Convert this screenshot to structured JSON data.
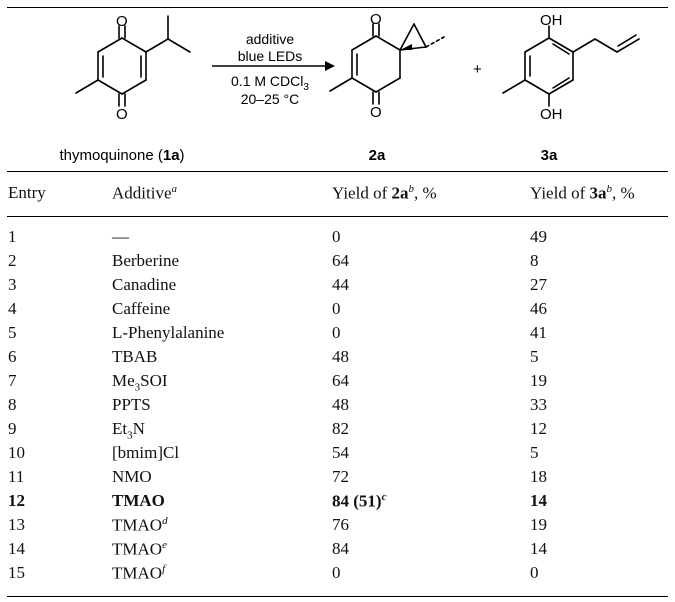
{
  "scheme": {
    "reagent_line1": "additive",
    "reagent_line2": "blue LEDs",
    "reagent_line3_prefix": "0.1 M CDCl",
    "reagent_line3_sub": "3",
    "reagent_line4": "20–25 °C",
    "reactant_label_text": "thymoquinone (",
    "reactant_label_bold": "1a",
    "reactant_label_close": ")",
    "product1_label": "2a",
    "product2_label": "3a",
    "plus": "+",
    "atom_O": "O",
    "atom_OH": "OH"
  },
  "table": {
    "headers": {
      "entry": "Entry",
      "additive": "Additive",
      "additive_note": "a",
      "yield2a_prefix": "Yield of ",
      "yield2a_bold": "2a",
      "yield2a_note": "b",
      "yield2a_suffix": ", %",
      "yield3a_prefix": "Yield of ",
      "yield3a_bold": "3a",
      "yield3a_note": "b",
      "yield3a_suffix": ", %"
    },
    "rows": [
      {
        "entry": "1",
        "additive": "—",
        "y2a": "0",
        "y3a": "49"
      },
      {
        "entry": "2",
        "additive": "Berberine",
        "y2a": "64",
        "y3a": "8"
      },
      {
        "entry": "3",
        "additive": "Canadine",
        "y2a": "44",
        "y3a": "27"
      },
      {
        "entry": "4",
        "additive": "Caffeine",
        "y2a": "0",
        "y3a": "46"
      },
      {
        "entry": "5",
        "additive": "L-Phenylalanine",
        "y2a": "0",
        "y3a": "41"
      },
      {
        "entry": "6",
        "additive": "TBAB",
        "y2a": "48",
        "y3a": "5"
      },
      {
        "entry": "7",
        "additive": "Me",
        "additive_sub": "3",
        "additive_suffix": "SOI",
        "y2a": "64",
        "y3a": "19"
      },
      {
        "entry": "8",
        "additive": "PPTS",
        "y2a": "48",
        "y3a": "33"
      },
      {
        "entry": "9",
        "additive": "Et",
        "additive_sub": "3",
        "additive_suffix": "N",
        "y2a": "82",
        "y3a": "12"
      },
      {
        "entry": "10",
        "additive": "[bmim]Cl",
        "y2a": "54",
        "y3a": "5"
      },
      {
        "entry": "11",
        "additive": "NMO",
        "y2a": "72",
        "y3a": "18"
      },
      {
        "entry": "12",
        "additive": "TMAO",
        "y2a": "84 (51)",
        "y2a_note": "c",
        "y3a": "14"
      },
      {
        "entry": "13",
        "additive": "TMAO",
        "additive_note": "d",
        "y2a": "76",
        "y3a": "19"
      },
      {
        "entry": "14",
        "additive": "TMAO",
        "additive_note": "e",
        "y2a": "84",
        "y3a": "14"
      },
      {
        "entry": "15",
        "additive": "TMAO",
        "additive_note": "f",
        "y2a": "0",
        "y3a": "0"
      }
    ]
  }
}
